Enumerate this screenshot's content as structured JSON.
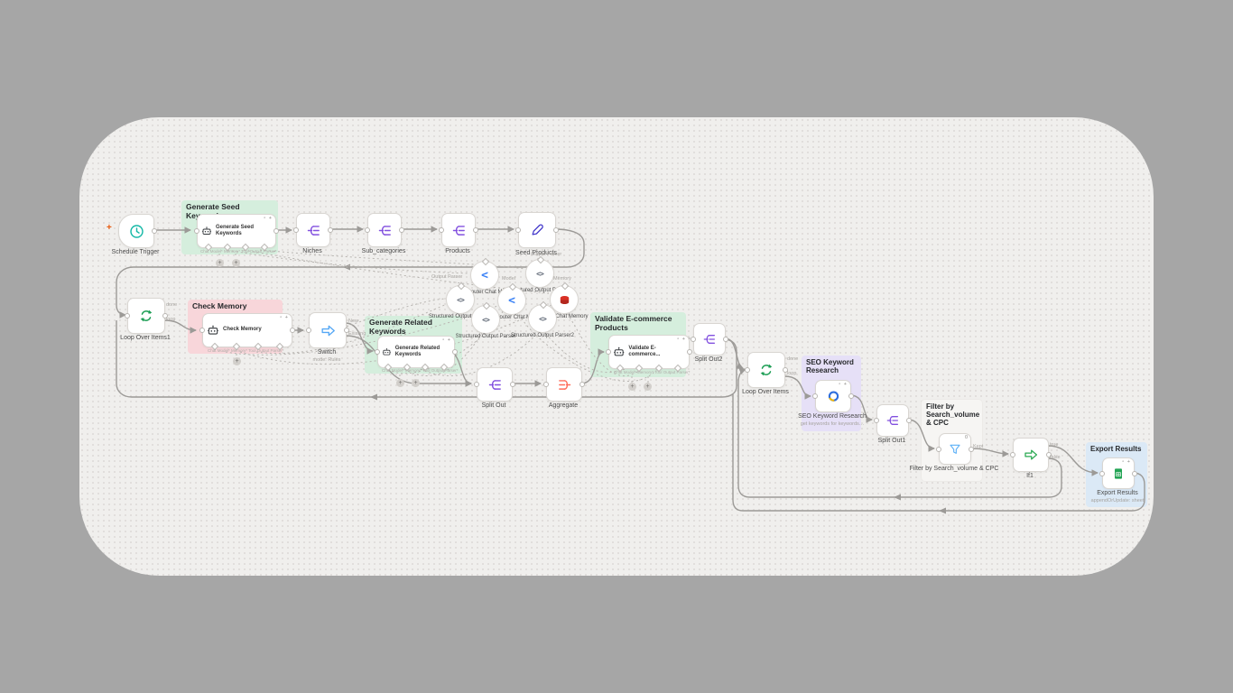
{
  "app": {
    "name": "n8n workflow canvas"
  },
  "colors": {
    "canvas_bg": "#f0efed",
    "outside_bg": "#a6a6a6",
    "group_green": "#d5eedd",
    "group_pink": "#f8d6da",
    "group_purple": "#e6e0f7",
    "group_blue": "#dbe9f6",
    "group_gray": "#f6f5f3",
    "trigger_teal": "#14b8a6",
    "splitout_purple": "#8250df",
    "aggregate_coral": "#ff6d5a",
    "loop_green": "#1d9e55",
    "switch_blue": "#56a8f5",
    "filter_blue": "#5db1f7",
    "if_green": "#2aa952",
    "sheets_green": "#23a455",
    "pencil_indigo": "#4338ca",
    "openrouter_blue": "#3b82f6",
    "redis_red": "#d93025",
    "wire_gray": "#9c9a97"
  },
  "labels": {
    "plus": "+",
    "add_plus": "+",
    "agent_ports": "Chat Model*   Memory*   Tool   Output Parser*",
    "node_badges": "▫ +",
    "filter_badge": "0"
  },
  "groups": [
    {
      "title": "Generate Seed Keywords"
    },
    {
      "title": "Check Memory"
    },
    {
      "title": "Generate Related Keywords"
    },
    {
      "title": "Validate E-commerce Products"
    },
    {
      "title": "SEO Keyword Research"
    },
    {
      "title": "Filter by Search_volume & CPC"
    },
    {
      "title": "Export Results"
    }
  ],
  "nodes": [
    {
      "label": "Schedule Trigger",
      "icon": "clock"
    },
    {
      "label": "Generate Seed Keywords",
      "icon": "robot"
    },
    {
      "label": "Niches",
      "icon": "split-out"
    },
    {
      "label": "Sub_categories",
      "icon": "split-out"
    },
    {
      "label": "Products",
      "icon": "split-out"
    },
    {
      "label": "Seed Products",
      "icon": "pencil"
    },
    {
      "label": "Loop Over Items1",
      "icon": "loop"
    },
    {
      "label": "Check Memory",
      "icon": "robot"
    },
    {
      "label": "Switch",
      "sublabel": "mode: Rules",
      "icon": "switch"
    },
    {
      "label": "Generate Related Keywords",
      "icon": "robot"
    },
    {
      "label": "Split Out",
      "icon": "split-out"
    },
    {
      "label": "Aggregate",
      "icon": "aggregate"
    },
    {
      "label": "Validate E-commerce...",
      "icon": "robot"
    },
    {
      "label": "Split Out2",
      "icon": "split-out"
    },
    {
      "label": "Loop Over Items",
      "icon": "loop"
    },
    {
      "label": "SEO Keyword Research",
      "sublabel": "get keywords for keywords…",
      "icon": "seo"
    },
    {
      "label": "Split Out1",
      "icon": "split-out"
    },
    {
      "label": "Filter by Search_volume & CPC",
      "icon": "funnel"
    },
    {
      "label": "If1",
      "icon": "if"
    },
    {
      "label": "Export Results",
      "sublabel": "appendOrUpdate: sheet",
      "icon": "sheets"
    }
  ],
  "circle_nodes": [
    {
      "label": "OpenRouter Chat Model1",
      "glyph": "<"
    },
    {
      "label": "Structured Output Parser1",
      "glyph": "<>"
    },
    {
      "label": "Structured Output Parser3",
      "glyph": "<>"
    },
    {
      "label": "OpenRouter Chat Model",
      "glyph": "<"
    },
    {
      "label": "Redis Chat Memory",
      "glyph": ""
    },
    {
      "label": "Structured Output Parser",
      "glyph": "<>"
    },
    {
      "label": "Structured Output Parser2",
      "glyph": "<>"
    }
  ],
  "connection_labels": [
    {
      "text": "done"
    },
    {
      "text": "loop"
    },
    {
      "text": "New"
    },
    {
      "text": "Existing"
    },
    {
      "text": "done"
    },
    {
      "text": "loop"
    },
    {
      "text": "Kept"
    },
    {
      "text": "true"
    },
    {
      "text": "false"
    },
    {
      "text": "Output Parser"
    },
    {
      "text": "Model"
    },
    {
      "text": "Memory"
    },
    {
      "text": "Output Parser"
    }
  ]
}
